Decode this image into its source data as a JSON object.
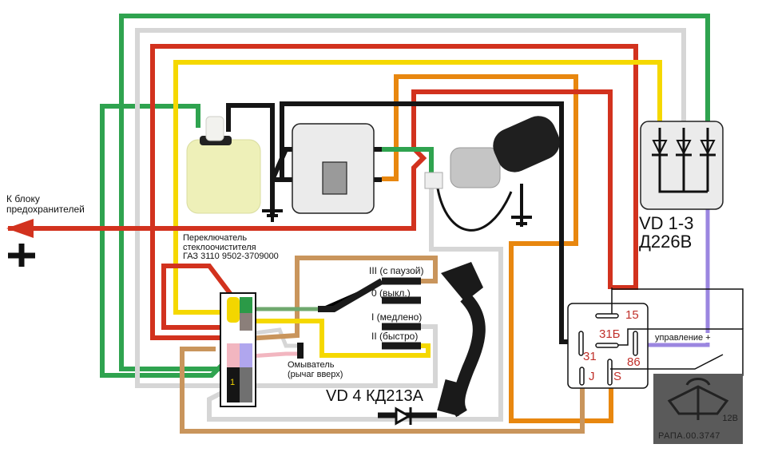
{
  "title": "Схема подключения стеклоочистителя",
  "labels": {
    "fuse_block": [
      "К блоку",
      "предохранителей"
    ],
    "plus_sign": "+",
    "switch_name": [
      "Переключатель",
      "стеклоочистителя",
      "ГАЗ 3110 9502-3709000"
    ],
    "switch_positions": [
      "III (с паузой)",
      "0 (выкл.)",
      "I (медлено)",
      "II (быстро)"
    ],
    "washer": [
      "Омыватель",
      "(рычаг вверх)"
    ],
    "connector_pin": "1",
    "diode_vd4": "VD 4 КД213А",
    "diode_vd13": [
      "VD 1-3",
      "Д226В"
    ],
    "relay_pins": {
      "p15": "15",
      "p31b": "31Б",
      "p31": "31",
      "p86": "86",
      "pJ": "J",
      "pS": "S"
    },
    "relay_control": "управление",
    "relay_control_sign": "+",
    "relay_stamp": {
      "code": "12В",
      "part": "РАПА.00.3747"
    }
  },
  "colors": {
    "green": "#2fa34f",
    "light_gray": "#d6d6d6",
    "red": "#d2321e",
    "yellow": "#f5d800",
    "orange": "#e8870f",
    "black": "#151515",
    "tan": "#c9955c",
    "pink": "#f2b6c0",
    "violet": "#9b86e0",
    "pale_green": "#6fa86e"
  }
}
